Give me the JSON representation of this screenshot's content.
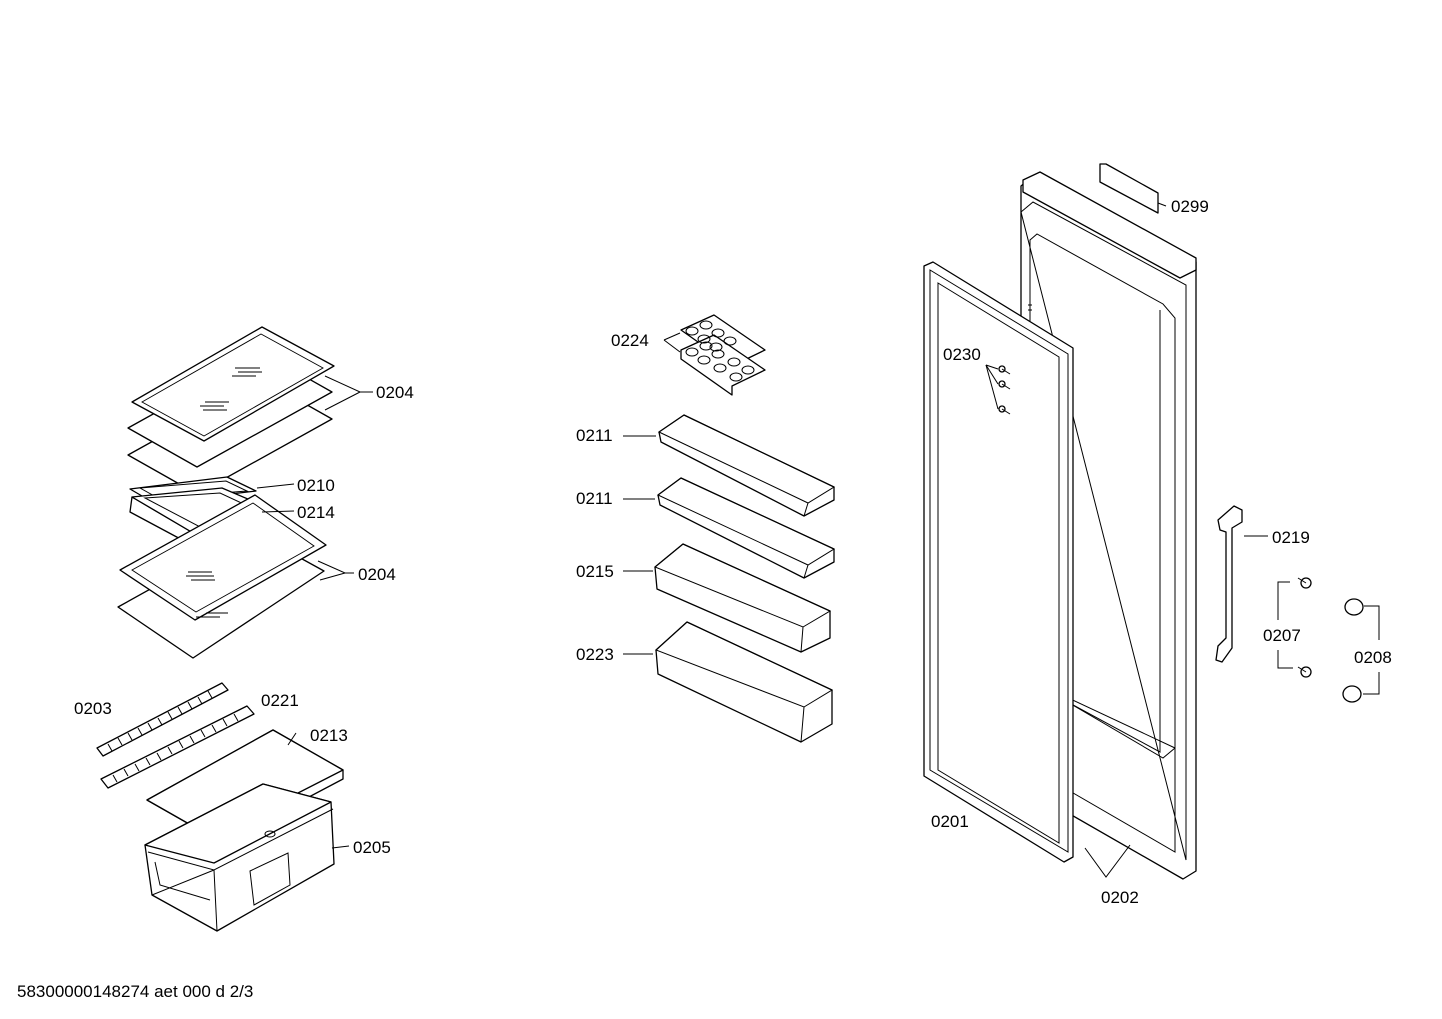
{
  "labels": {
    "l0299": "0299",
    "l0204a": "0204",
    "l0210": "0210",
    "l0214": "0214",
    "l0204b": "0204",
    "l0203": "0203",
    "l0221": "0221",
    "l0213": "0213",
    "l0205": "0205",
    "l0224": "0224",
    "l0211a": "0211",
    "l0211b": "0211",
    "l0215": "0215",
    "l0223": "0223",
    "l0230": "0230",
    "l0201": "0201",
    "l0202": "0202",
    "l0219": "0219",
    "l0207": "0207",
    "l0208": "0208"
  },
  "footer": "58300000148274 aet 000 d 2/3"
}
